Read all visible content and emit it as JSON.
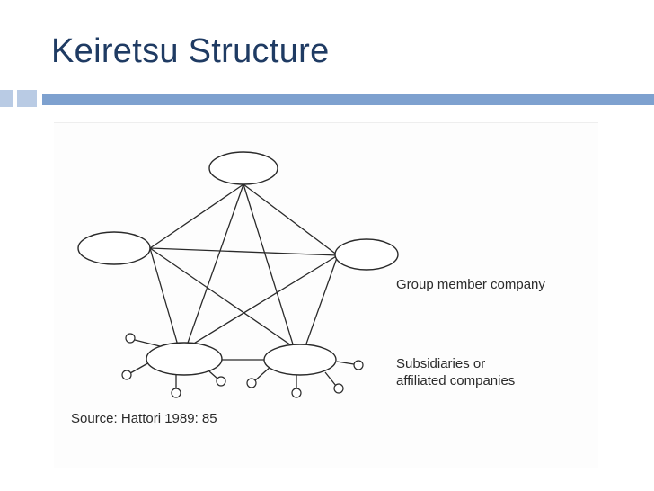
{
  "slide": {
    "title": "Keiretsu Structure"
  },
  "diagram": {
    "labels": {
      "group_member": "Group member company",
      "subsidiaries_line1": "Subsidiaries or",
      "subsidiaries_line2": "affiliated companies",
      "source": "Source: Hattori 1989: 85"
    },
    "nodes": [
      "top",
      "left",
      "right",
      "bottom-left",
      "bottom-right"
    ],
    "edges": [
      [
        "top",
        "left"
      ],
      [
        "top",
        "right"
      ],
      [
        "top",
        "bottom-left"
      ],
      [
        "top",
        "bottom-right"
      ],
      [
        "left",
        "right"
      ],
      [
        "left",
        "bottom-left"
      ],
      [
        "left",
        "bottom-right"
      ],
      [
        "right",
        "bottom-left"
      ],
      [
        "right",
        "bottom-right"
      ],
      [
        "bottom-left",
        "bottom-right"
      ]
    ]
  },
  "colors": {
    "title": "#1f3b63",
    "accent_bar": "#7ea1cf",
    "accent_squares": "#b9cbe4",
    "diagram_ink": "#2a2a2a"
  }
}
